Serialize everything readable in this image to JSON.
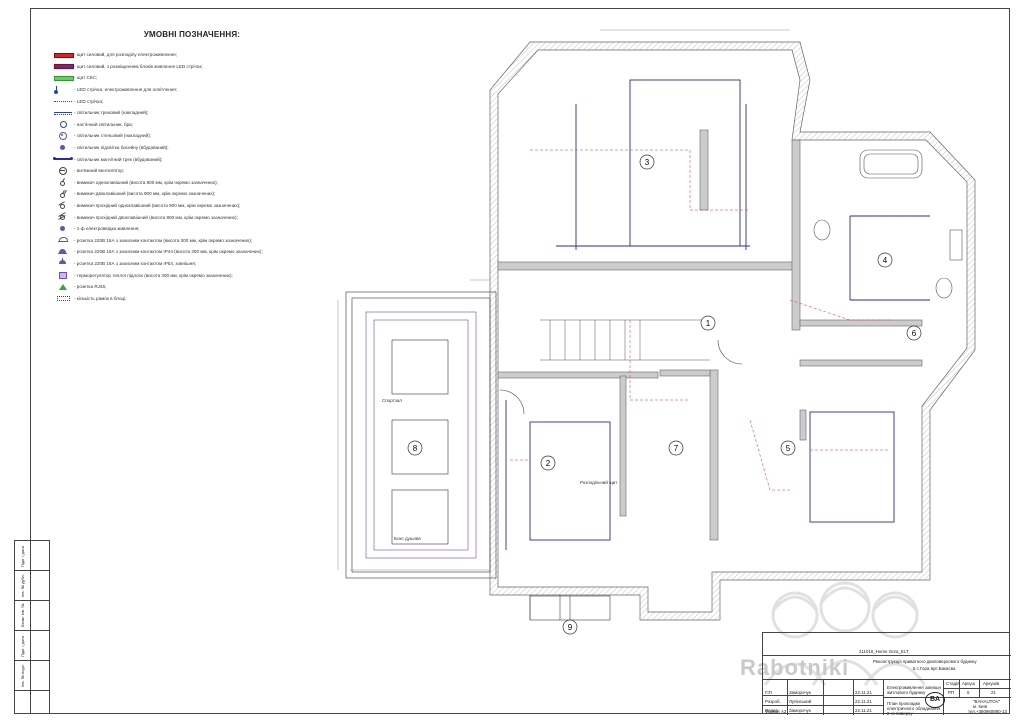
{
  "legend": {
    "title": "УМОВНІ ПОЗНАЧЕННЯ:",
    "items": [
      {
        "icon": "panel-power-icon",
        "text": "- щит силовий, для розподілу електроживлення;"
      },
      {
        "icon": "panel-led-icon",
        "text": "- щит силовий, з розміщенням блоків живлення LED стрічок;"
      },
      {
        "icon": "panel-scs-icon",
        "text": "- щит СКС;"
      },
      {
        "icon": "led-strip-power-icon",
        "text": "- LED стрічка, електроживлення для освітлення;"
      },
      {
        "icon": "led-strip-icon",
        "text": "- LED стрічка;"
      },
      {
        "icon": "track-light-icon",
        "text": "- світильник трековий (накладний);"
      },
      {
        "icon": "wall-light-icon",
        "text": "- настінний світильник, бра;"
      },
      {
        "icon": "ceiling-light-icon",
        "text": "- світильник стельовий (накладний);"
      },
      {
        "icon": "pool-light-icon",
        "text": "- світильник підсвітка басейну (вбудований);"
      },
      {
        "icon": "magnetic-track-icon",
        "text": "- світильник магнітний трек (вбудований);"
      },
      {
        "icon": "exhaust-fan-icon",
        "text": "- витяжний вентилятор;"
      },
      {
        "icon": "switch-single-icon",
        "text": "- вимикач одноклавішний (висота 900 мм, крім окремо зазначених);"
      },
      {
        "icon": "switch-double-icon",
        "text": "- вимикач двоклавішний (висота 900 мм, крім окремо зазначених);"
      },
      {
        "icon": "switch-pass-single-icon",
        "text": "- вимикач прохідний одноклавішний (висота 900 мм, крім окремо зазначених);"
      },
      {
        "icon": "switch-pass-double-icon",
        "text": "- вимикач прохідний двоклавішний (висота 900 мм, крім окремо зазначених);"
      },
      {
        "icon": "power-outlet-1f-icon",
        "text": "- 1-ф електроввідка живлення;"
      },
      {
        "icon": "socket-16a-icon",
        "text": "- розетка 220В 16А з захисним контактом (висота 300 мм, крім окремо зазначених);"
      },
      {
        "icon": "socket-ip44-icon",
        "text": "- розетка 220В 16А з захисним контактом IP44 (висота 300 мм, крім окремо зазначених);"
      },
      {
        "icon": "socket-ip54-icon",
        "text": "- розетка 220В 16А з захисним контактом IP54, зовнішня;"
      },
      {
        "icon": "thermostat-icon",
        "text": "- терморегулятор теплої підлоги (висота 300 мм, крім окремо зазначених);"
      },
      {
        "icon": "socket-rj45-icon",
        "text": "- розетка RJ45;"
      },
      {
        "icon": "frame-count-icon",
        "text": "- кількість рамок в блоці;"
      }
    ]
  },
  "rooms": [
    "1",
    "2",
    "3",
    "4",
    "5",
    "6",
    "7",
    "8",
    "9"
  ],
  "plan_labels": {
    "room2_label": "Розподільчий щит",
    "room8_label": "Спортзал",
    "box_label": "Бокс душова"
  },
  "left_strip": {
    "cells": [
      "Підп. і дата",
      "Інв. № дубл.",
      "Взам. інв. №",
      "Підп. і дата",
      "Інв. № подл."
    ]
  },
  "title_block": {
    "project_code": "211016_Home Gora_ELT",
    "project_name": "Реконструкція приватного двоповерхового будинку",
    "location": "в с.Гора вул.Бакасва",
    "section_name": "Електроживлення зовнішн житлового будинку",
    "sheet_name": "План прокладки електричного обладнання 2-го поверху",
    "stage_label": "Стадія",
    "sheet_label": "Аркуш",
    "sheets_label": "Аркушів",
    "stage": "РП",
    "sheet": "6",
    "sheets": "21",
    "company": "\"BAHAUTOV\"",
    "company_city": "м. Київ",
    "company_phone": "тел.+380960890-13",
    "format": "Формат А3",
    "roles": [
      "ГІП",
      "Розроб.",
      "Перев."
    ],
    "names": [
      "Заморочук",
      "Лупінський",
      "Заморочук"
    ],
    "dates": [
      "22.11.21",
      "22.11.21",
      "22.11.21"
    ],
    "logo": "BA"
  },
  "watermark": "Rabotniki"
}
